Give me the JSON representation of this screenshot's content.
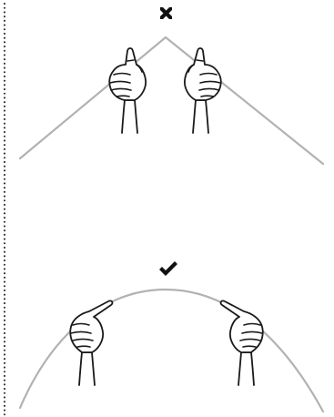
{
  "panels": [
    {
      "shape": "angled",
      "mark": "cross-icon",
      "verdict": "incorrect"
    },
    {
      "shape": "curved",
      "mark": "checkmark-icon",
      "verdict": "correct"
    }
  ],
  "colors": {
    "guide_line": "#b2b2b2",
    "ink": "#1a1a1a",
    "divider": "#222222"
  }
}
